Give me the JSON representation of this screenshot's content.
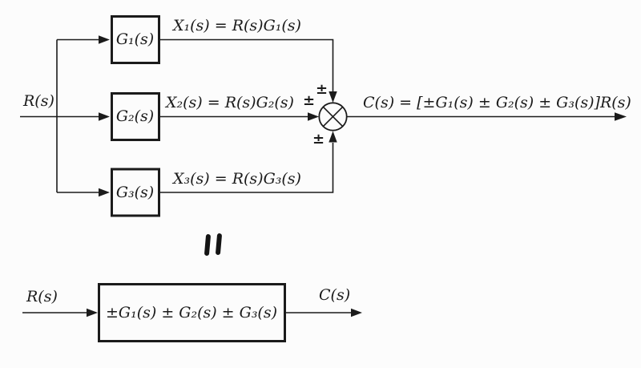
{
  "diagram": {
    "background": "#fcfcfc",
    "line_color": "#1b1b1b",
    "top": {
      "input_label": "R(s)",
      "blocks": [
        {
          "label": "G₁(s)"
        },
        {
          "label": "G₂(s)"
        },
        {
          "label": "G₃(s)"
        }
      ],
      "signal_equations": [
        "X₁(s) = R(s)G₁(s)",
        "X₂(s) = R(s)G₂(s)",
        "X₃(s) = R(s)G₃(s)"
      ],
      "summing_junction": {
        "sign_top": "±",
        "sign_left": "±",
        "sign_bottom": "±"
      },
      "output_equation": "C(s) = [±G₁(s) ± G₂(s) ± G₃(s)]R(s)"
    },
    "equivalence": {
      "symbol_name": "equivalence-mark"
    },
    "bottom": {
      "input_label": "R(s)",
      "block_label": "±G₁(s) ± G₂(s) ± G₃(s)",
      "output_label": "C(s)"
    }
  }
}
